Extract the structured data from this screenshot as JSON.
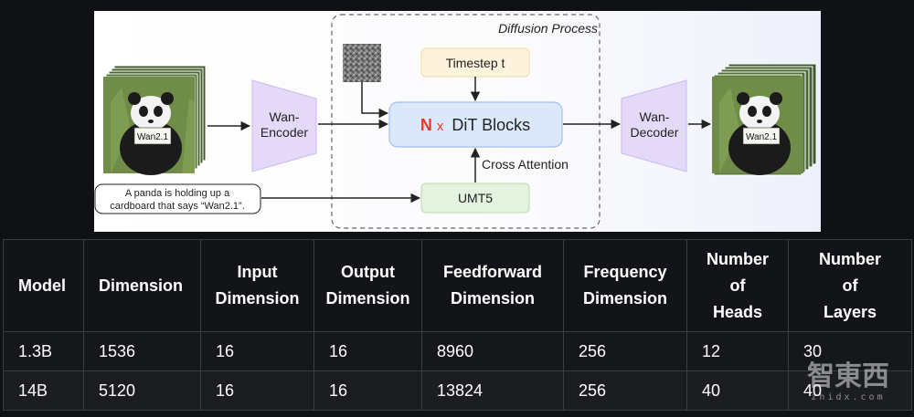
{
  "diagram": {
    "diffusion_label": "Diffusion Process",
    "encoder_line1": "Wan-",
    "encoder_line2": "Encoder",
    "decoder_line1": "Wan-",
    "decoder_line2": "Decoder",
    "timestep_label": "Timestep t",
    "dit_n": "N",
    "dit_x": "x",
    "dit_label": "DiT Blocks",
    "cross_attention_label": "Cross Attention",
    "umt5_label": "UMT5",
    "prompt_line1": "A panda is holding up a",
    "prompt_line2": "cardboard that says “Wan2.1”.",
    "card_text": "Wan2.1",
    "colors": {
      "encoder_fill": "#e4daf8",
      "timestep_fill": "#fdf2dc",
      "dit_fill": "#dbe8fa",
      "umt5_fill": "#e4f3df",
      "n_accent": "#e23a2c"
    }
  },
  "table": {
    "headers": [
      [
        "Model"
      ],
      [
        "Dimension"
      ],
      [
        "Input",
        "Dimension"
      ],
      [
        "Output",
        "Dimension"
      ],
      [
        "Feedforward",
        "Dimension"
      ],
      [
        "Frequency",
        "Dimension"
      ],
      [
        "Number",
        "of",
        "Heads"
      ],
      [
        "Number",
        "of",
        "Layers"
      ]
    ],
    "rows": [
      [
        "1.3B",
        "1536",
        "16",
        "16",
        "8960",
        "256",
        "12",
        "30"
      ],
      [
        "14B",
        "5120",
        "16",
        "16",
        "13824",
        "256",
        "40",
        "40"
      ]
    ]
  },
  "watermark": {
    "line1": "智東西",
    "line2": "zhidx.com"
  }
}
